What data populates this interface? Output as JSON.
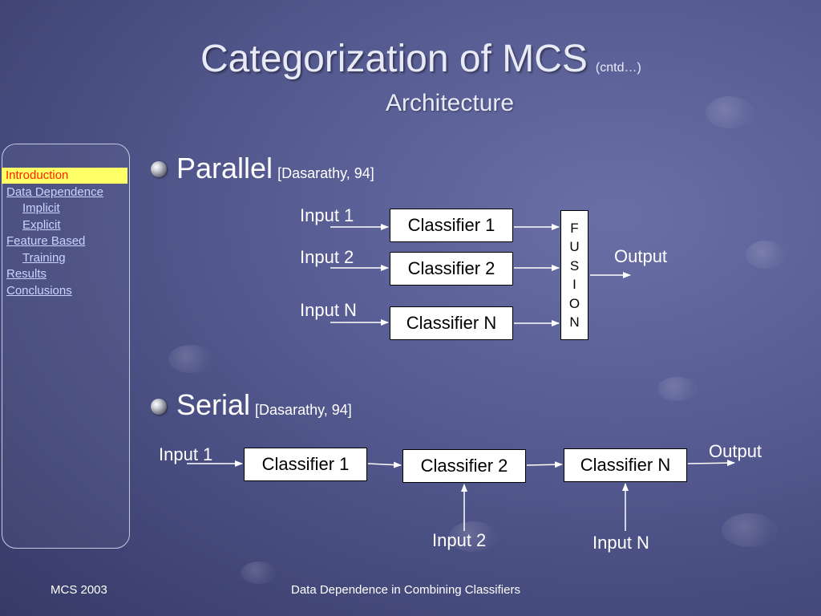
{
  "slide": {
    "title": "Categorization of MCS",
    "title_note": "(cntd…)",
    "subtitle": "Architecture"
  },
  "nav": {
    "active": "Introduction",
    "items": [
      {
        "label": "Data Dependence"
      },
      {
        "label": "Implicit"
      },
      {
        "label": "Explicit"
      },
      {
        "label": "Feature Based"
      },
      {
        "label": "Training"
      },
      {
        "label": "Results"
      },
      {
        "label": "Conclusions"
      }
    ]
  },
  "parallel": {
    "heading": "Parallel",
    "reference": "[Dasarathy, 94]",
    "inputs": [
      "Input 1",
      "Input 2",
      "Input N"
    ],
    "classifiers": [
      "Classifier 1",
      "Classifier 2",
      "Classifier N"
    ],
    "fusion_letters": [
      "F",
      "U",
      "S",
      "I",
      "O",
      "N"
    ],
    "output": "Output"
  },
  "serial": {
    "heading": "Serial",
    "reference": "[Dasarathy, 94]",
    "input_first": "Input 1",
    "classifiers": [
      "Classifier 1",
      "Classifier 2",
      "Classifier N"
    ],
    "side_inputs": [
      "Input 2",
      "Input N"
    ],
    "output": "Output"
  },
  "footer": {
    "left": "MCS 2003",
    "center": "Data Dependence in Combining Classifiers"
  }
}
